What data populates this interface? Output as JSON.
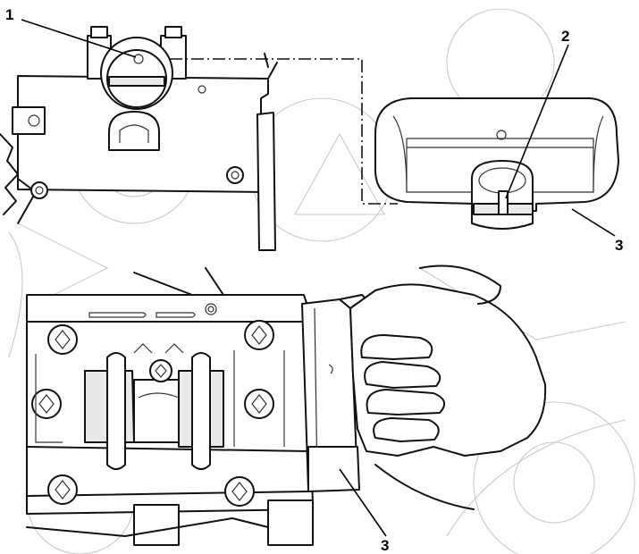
{
  "callouts": {
    "c1": "1",
    "c2": "2",
    "c3_upper": "3",
    "c3_lower": "3"
  },
  "colors": {
    "line": "#111111",
    "background_sketch": "#c9c9c9",
    "paper": "#ffffff"
  }
}
